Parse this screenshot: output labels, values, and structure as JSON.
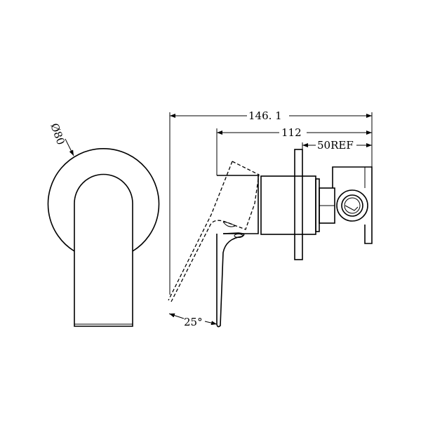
{
  "drawing": {
    "front_view": {
      "diameter_label": "Ø80"
    },
    "side_view": {
      "overall_length_label": "146. 1",
      "body_length_label": "112",
      "ref_length_label": "50REF",
      "lever_angle_label": "25°"
    }
  },
  "colors": {
    "line": "#000000",
    "background": "#ffffff"
  }
}
